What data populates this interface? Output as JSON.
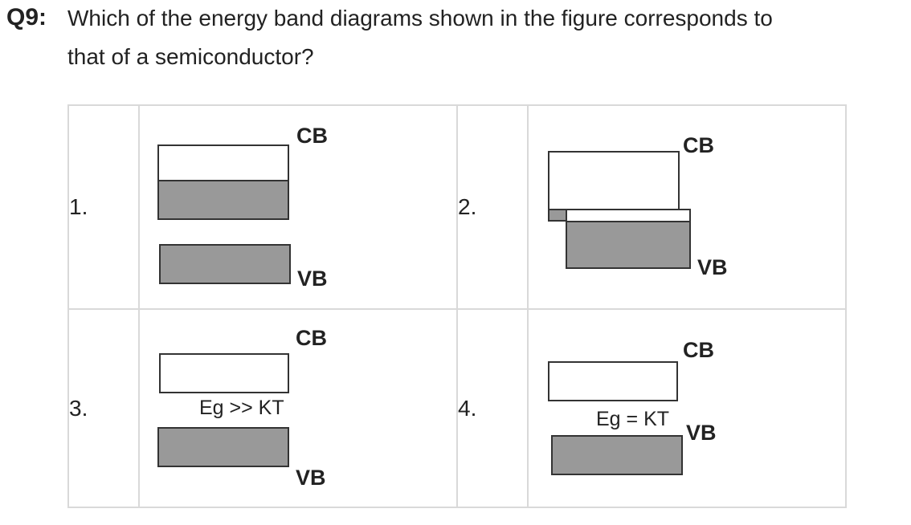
{
  "question": {
    "label": "Q9:",
    "line1": "Which of the energy band diagrams shown in the figure corresponds to",
    "line2": "that of a semiconductor?"
  },
  "options": [
    {
      "number": "1.",
      "cb": "CB",
      "vb": "VB"
    },
    {
      "number": "2.",
      "cb": "CB",
      "vb": "VB"
    },
    {
      "number": "3.",
      "cb": "CB",
      "vb": "VB",
      "gap": "Eg >> KT"
    },
    {
      "number": "4.",
      "cb": "CB",
      "vb": "VB",
      "gap": "Eg = KT"
    }
  ]
}
